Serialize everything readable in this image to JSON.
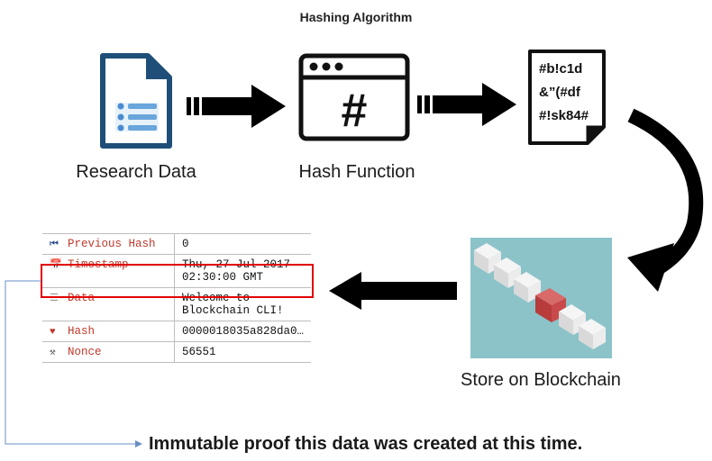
{
  "title": "Hashing Algorithm",
  "steps": {
    "research_data": "Research Data",
    "hash_function": "Hash Function",
    "hash_output": [
      "#b!c1d",
      "&”(#df",
      "#!sk84#"
    ],
    "store": "Store on Blockchain"
  },
  "hash_symbol": "#",
  "block": {
    "rows": [
      {
        "icon": "rewind-icon",
        "glyph": "⏮",
        "key": "Previous Hash",
        "value": [
          "0"
        ]
      },
      {
        "icon": "calendar-icon",
        "glyph": "📅",
        "key": "Timestamp",
        "value": [
          "Thu, 27 Jul 2017",
          "02:30:00 GMT"
        ]
      },
      {
        "icon": "document-icon",
        "glyph": "☰",
        "key": "Data",
        "value": [
          "Welcome to",
          "Blockchain CLI!"
        ]
      },
      {
        "icon": "hash-icon",
        "glyph": "♥",
        "key": "Hash",
        "value": [
          "0000018035a828da0…"
        ]
      },
      {
        "icon": "hammer-icon",
        "glyph": "⚒",
        "key": "Nonce",
        "value": [
          "56551"
        ]
      }
    ]
  },
  "proof_text": "Immutable proof this data was created at this time.",
  "colors": {
    "doc_blue": "#1f4e79",
    "doc_light": "#6aa5dc",
    "highlight": "#e00000",
    "key_red": "#c0392b",
    "chain_bg": "#8cc3c9",
    "chain_red": "#c94a4a"
  }
}
